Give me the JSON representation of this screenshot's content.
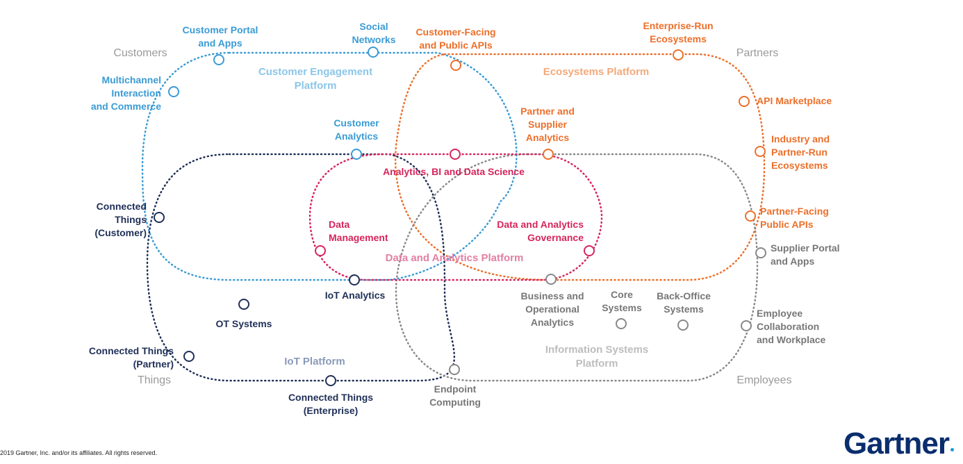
{
  "zones": {
    "customers": "Customers",
    "partners": "Partners",
    "things": "Things",
    "employees": "Employees"
  },
  "platforms": {
    "customer_engagement": "Customer Engagement\nPlatform",
    "ecosystems": "Ecosystems Platform",
    "data_analytics": "Data and Analytics Platform",
    "iot": "IoT Platform",
    "information_systems": "Information Systems\nPlatform"
  },
  "nodes": {
    "customer_portal": "Customer Portal\nand Apps",
    "social_networks": "Social\nNetworks",
    "multichannel": "Multichannel\nInteraction\nand Commerce",
    "customer_analytics": "Customer\nAnalytics",
    "customer_facing_apis": "Customer-Facing\nand Public APIs",
    "enterprise_run": "Enterprise-Run\nEcosystems",
    "api_marketplace": "API Marketplace",
    "industry_partner_run": "Industry and\nPartner-Run\nEcosystems",
    "partner_facing_apis": "Partner-Facing\nPublic APIs",
    "partner_supplier_analytics": "Partner and\nSupplier\nAnalytics",
    "analytics_bi": "Analytics, BI and Data Science",
    "data_management": "Data\nManagement",
    "da_governance": "Data and Analytics\nGovernance",
    "connected_customer": "Connected\nThings\n(Customer)",
    "iot_analytics": "IoT Analytics",
    "ot_systems": "OT Systems",
    "connected_partner": "Connected Things\n(Partner)",
    "connected_enterprise": "Connected Things\n(Enterprise)",
    "endpoint_computing": "Endpoint\nComputing",
    "business_operational": "Business and\nOperational\nAnalytics",
    "core_systems": "Core\nSystems",
    "back_office": "Back-Office\nSystems",
    "supplier_portal": "Supplier Portal\nand Apps",
    "employee_collab": "Employee\nCollaboration\nand Workplace"
  },
  "footer": {
    "copyright": "2019 Gartner, Inc. and/or its affiliates. All rights reserved.",
    "logo": "Gartner"
  },
  "colors": {
    "customer": "#3a9bd5",
    "ecosystem": "#ec6f2a",
    "data": "#d6245c",
    "iot": "#1f2f57",
    "information": "#888888"
  }
}
